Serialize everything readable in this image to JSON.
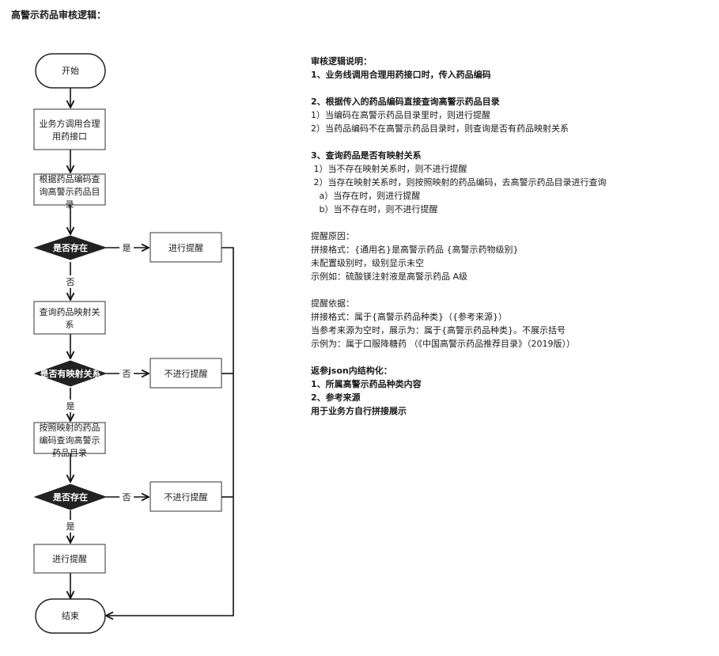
{
  "title": "高警示药品审核逻辑：",
  "flowchart": {
    "start": "开始",
    "step1": [
      "业务方调用合理",
      "用药接口"
    ],
    "step2": [
      "根据药品编码查",
      "询高警示药品目",
      "录"
    ],
    "decision1": "是否存在",
    "decision1_yes": "是",
    "decision1_no": "否",
    "action1": "进行提醒",
    "step3": [
      "查询药品映射关",
      "系"
    ],
    "decision2": "是否有映射关系",
    "decision2_no": "否",
    "decision2_yes": "是",
    "action2": "不进行提醒",
    "step4": [
      "按照映射的药品",
      "编码查询高警示",
      "药品目录"
    ],
    "decision3": "是否存在",
    "decision3_no": "否",
    "decision3_yes": "是",
    "action3": "不进行提醒",
    "action4": "进行提醒",
    "end": "结束"
  },
  "notes": {
    "logic": {
      "heading": "审核逻辑说明：",
      "line1": "1、业务线调用合理用药接口时，传入药品编码"
    },
    "rule2": {
      "heading": "2、根据传入的药品编码直接查询高警示药品目录",
      "a": "1）当编码在高警示药品目录里时，则进行提醒",
      "b": "2）当药品编码不在高警示药品目录时，则查询是否有药品映射关系"
    },
    "rule3": {
      "heading": "3、查询药品是否有映射关系",
      "a": " 1）当不存在映射关系时，则不进行提醒",
      "b": " 2）当存在映射关系时，则按照映射的药品编码，去高警示药品目录进行查询",
      "c": "   a）当存在时，则进行提醒",
      "d": "   b）当不存在时，则不进行提醒"
    },
    "reason": {
      "heading": "提醒原因：",
      "a": "拼接格式：{通用名}是高警示药品 {高警示药物级别}",
      "b": "未配置级别时，级别显示未空",
      "c": "示例如：硫酸镁注射液是高警示药品 A级"
    },
    "basis": {
      "heading": "提醒依据：",
      "a": "拼接格式：属于{高警示药品种类}（{参考来源}）",
      "b": "当参考来源为空时，展示为：属于{高警示药品种类}。不展示括号",
      "c": "示例为：属于口服降糖药 （《中国高警示药品推荐目录》（2019版））"
    },
    "json": {
      "heading": "返参json内结构化：",
      "a": "1、所属高警示药品种类内容",
      "b": "2、参考来源",
      "c": "用于业务方自行拼接展示"
    }
  }
}
